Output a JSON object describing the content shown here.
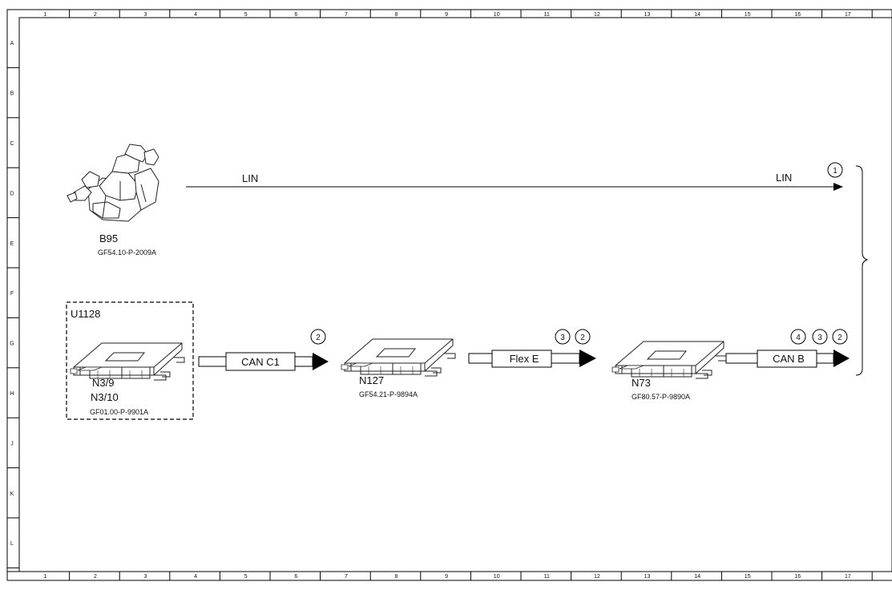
{
  "frame": {
    "col_labels": [
      "1",
      "2",
      "3",
      "4",
      "5",
      "6",
      "7",
      "8",
      "9",
      "10",
      "11",
      "12",
      "13",
      "14",
      "15",
      "16",
      "17"
    ],
    "row_labels": [
      "A",
      "B",
      "C",
      "D",
      "E",
      "F",
      "G",
      "H",
      "J",
      "K",
      "L"
    ]
  },
  "components": {
    "b95": {
      "label": "B95",
      "code": "GF54.10-P-2009A"
    },
    "u1128": {
      "group_label": "U1128",
      "label_1": "N3/9",
      "label_2": "N3/10",
      "code": "GF01.00-P-9901A"
    },
    "n127": {
      "label": "N127",
      "code": "GF54.21-P-9894A"
    },
    "n73": {
      "label": "N73",
      "code": "GF80.57-P-9890A"
    }
  },
  "buses": {
    "lin": {
      "label_left": "LIN",
      "label_right": "LIN",
      "marker": "1"
    },
    "can_c1": {
      "label": "CAN C1",
      "markers": [
        "2"
      ]
    },
    "flex_e": {
      "label": "Flex E",
      "markers": [
        "3",
        "2"
      ]
    },
    "can_b": {
      "label": "CAN B",
      "markers": [
        "4",
        "3",
        "2"
      ]
    }
  }
}
